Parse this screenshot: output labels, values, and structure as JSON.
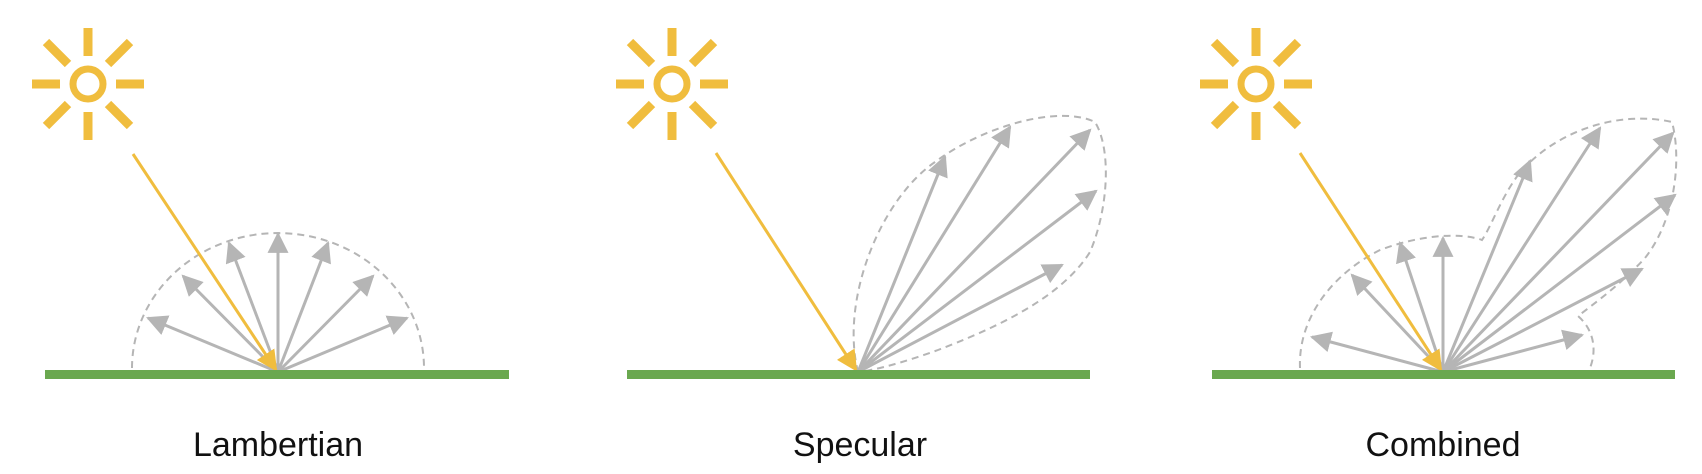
{
  "panels": [
    {
      "id": "lambertian",
      "label": "Lambertian"
    },
    {
      "id": "specular",
      "label": "Specular"
    },
    {
      "id": "combined",
      "label": "Combined"
    }
  ],
  "colors": {
    "sun": "#f0bd3e",
    "incident_ray": "#f0bd3e",
    "surface": "#6aa84f",
    "reflected_ray": "#b5b5b5",
    "lobe_outline": "#b5b5b5",
    "caption_text": "#111111"
  },
  "icons": {
    "light_source": "sun-icon",
    "surface": "surface-line"
  }
}
